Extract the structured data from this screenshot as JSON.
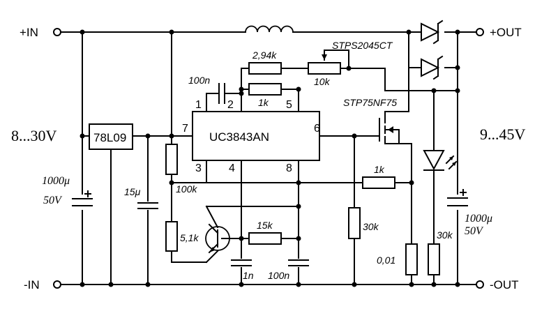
{
  "terminals": {
    "in_pos": "+IN",
    "in_neg": "-IN",
    "out_pos": "+OUT",
    "out_neg": "-OUT"
  },
  "ranges": {
    "input": "8...30V",
    "output": "9...45V"
  },
  "ic": {
    "name": "UC3843AN",
    "pins": [
      "1",
      "2",
      "3",
      "4",
      "5",
      "6",
      "7",
      "8"
    ]
  },
  "regulator": "78L09",
  "components": {
    "c_in_value": "1000μ",
    "c_in_voltage": "50V",
    "c_15": "15μ",
    "c_100n_top": "100n",
    "c_1n": "1n",
    "c_100n_bottom": "100n",
    "c_out_value": "1000μ",
    "c_out_voltage": "50V",
    "r_294k": "2,94k",
    "r_10k": "10k",
    "r_1k_top": "1k",
    "r_100k": "100k",
    "r_1k_right": "1k",
    "r_51k": "5,1k",
    "r_15k": "15k",
    "r_30k_mid": "30k",
    "r_001": "0,01",
    "r_30k_right": "30k",
    "diode": "STPS2045CT",
    "mosfet": "STP75NF75"
  }
}
